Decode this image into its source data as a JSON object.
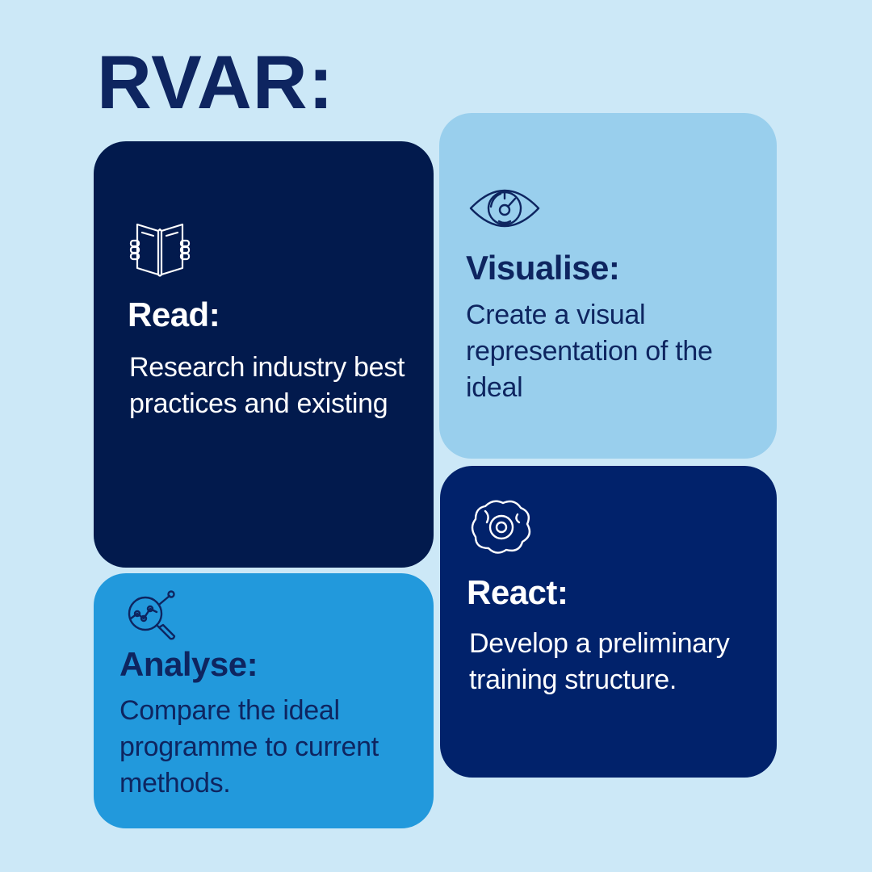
{
  "title": "RVAR:",
  "cards": [
    {
      "id": "read",
      "icon": "open-book-icon",
      "heading": "Read:",
      "text": "Research industry best practices and existing"
    },
    {
      "id": "visualise",
      "icon": "eye-icon",
      "heading": "Visualise:",
      "text": "Create a visual representation of the ideal"
    },
    {
      "id": "analyse",
      "icon": "magnifier-chart-icon",
      "heading": "Analyse:",
      "text": "Compare the ideal programme to current methods."
    },
    {
      "id": "react",
      "icon": "brain-target-icon",
      "heading": "React:",
      "text": "Develop a preliminary training structure."
    }
  ],
  "colors": {
    "background": "#cce8f7",
    "title": "#0e2560",
    "read_card": "#021a4d",
    "visualise_card": "#99cfed",
    "analyse_card": "#2299dc",
    "react_card": "#01226b"
  }
}
